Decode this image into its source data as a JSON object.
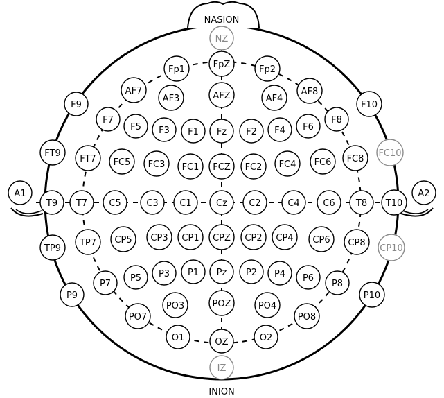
{
  "nasion_label": "NASION",
  "inion_label": "INION",
  "electrodes": [
    {
      "label": "NZ",
      "faint": true
    },
    {
      "label": "Fp1"
    },
    {
      "label": "FpZ"
    },
    {
      "label": "Fp2"
    },
    {
      "label": "AF7"
    },
    {
      "label": "AF3"
    },
    {
      "label": "AFZ"
    },
    {
      "label": "AF4"
    },
    {
      "label": "AF8"
    },
    {
      "label": "F9"
    },
    {
      "label": "F7"
    },
    {
      "label": "F5"
    },
    {
      "label": "F3"
    },
    {
      "label": "F1"
    },
    {
      "label": "Fz"
    },
    {
      "label": "F2"
    },
    {
      "label": "F4"
    },
    {
      "label": "F6"
    },
    {
      "label": "F8"
    },
    {
      "label": "F10"
    },
    {
      "label": "FT9"
    },
    {
      "label": "FT7"
    },
    {
      "label": "FC5"
    },
    {
      "label": "FC3"
    },
    {
      "label": "FC1"
    },
    {
      "label": "FCZ"
    },
    {
      "label": "FC2"
    },
    {
      "label": "FC4"
    },
    {
      "label": "FC6"
    },
    {
      "label": "FC8"
    },
    {
      "label": "FC10",
      "faint": true
    },
    {
      "label": "A1"
    },
    {
      "label": "T9"
    },
    {
      "label": "T7"
    },
    {
      "label": "C5"
    },
    {
      "label": "C3"
    },
    {
      "label": "C1"
    },
    {
      "label": "Cz"
    },
    {
      "label": "C2"
    },
    {
      "label": "C4"
    },
    {
      "label": "C6"
    },
    {
      "label": "T8"
    },
    {
      "label": "T10"
    },
    {
      "label": "A2"
    },
    {
      "label": "TP9"
    },
    {
      "label": "TP7"
    },
    {
      "label": "CP5"
    },
    {
      "label": "CP3"
    },
    {
      "label": "CP1"
    },
    {
      "label": "CPZ"
    },
    {
      "label": "CP2"
    },
    {
      "label": "CP4"
    },
    {
      "label": "CP6"
    },
    {
      "label": "CP8"
    },
    {
      "label": "CP10",
      "faint": true
    },
    {
      "label": "P9"
    },
    {
      "label": "P7"
    },
    {
      "label": "P5"
    },
    {
      "label": "P3"
    },
    {
      "label": "P1"
    },
    {
      "label": "Pz"
    },
    {
      "label": "P2"
    },
    {
      "label": "P4"
    },
    {
      "label": "P6"
    },
    {
      "label": "P8"
    },
    {
      "label": "P10"
    },
    {
      "label": "PO7"
    },
    {
      "label": "PO3"
    },
    {
      "label": "POZ"
    },
    {
      "label": "PO4"
    },
    {
      "label": "PO8"
    },
    {
      "label": "O1"
    },
    {
      "label": "OZ"
    },
    {
      "label": "O2"
    },
    {
      "label": "IZ",
      "faint": true
    }
  ]
}
